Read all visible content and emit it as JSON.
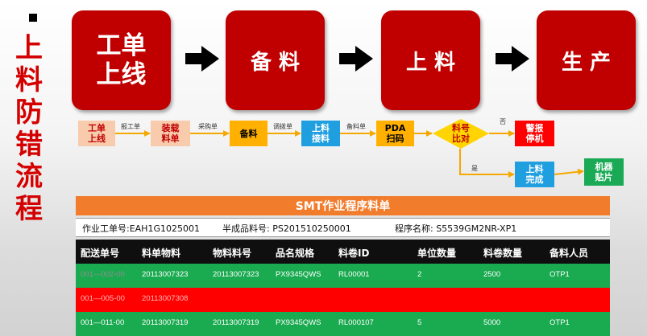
{
  "side_title": [
    "上",
    "料",
    "防",
    "错",
    "流",
    "程"
  ],
  "stages": [
    "工单\n上线",
    "备 料",
    "上 料",
    "生 产"
  ],
  "flow": {
    "nodes": {
      "n1": "工单\n上线",
      "n2": "装载\n料单",
      "n3": "备料",
      "n4": "上料\n接料",
      "n5": "PDA\n扫码",
      "n6": "料号\n比对",
      "n7": "警报\n停机",
      "n8": "上料\n完成",
      "n9": "机器\n贴片"
    },
    "labels": {
      "l1": "报工单",
      "l2": "采购单",
      "l3": "调拨单",
      "l4": "备料单",
      "no": "否",
      "yes": "是"
    }
  },
  "panel": {
    "title": "SMT作业程序料单",
    "info": {
      "work_order": "作业工单号:EAH1G1025001",
      "semi_part": "半成品料号:  PS201510250001",
      "program": "程序名称:  S5539GM2NR-XP1"
    },
    "columns": [
      "配送单号",
      "料单物料",
      "物料料号",
      "品名规格",
      "料卷ID",
      "单位数量",
      "料卷数量",
      "备料人员"
    ],
    "rows": [
      [
        "001—002-00",
        "20113007323",
        "20113007323",
        "PX9345QWS",
        "RL00001",
        "2",
        "2500",
        "OTP1"
      ],
      [
        "001—005-00",
        "20113007308",
        "",
        "",
        "",
        "",
        "",
        ""
      ],
      [
        "001—011-00",
        "20113007319",
        "20113007319",
        "PX9345QWS",
        "RL000107",
        "5",
        "5000",
        "OTP1"
      ]
    ]
  },
  "colors": {
    "stage_red": "#c00000",
    "side_title": "#d40000",
    "peach": "#f8cbad",
    "orange": "#ffb000",
    "blue": "#1f9fe0",
    "alarm_red": "#ff0000",
    "green": "#1aaa55",
    "panel_title": "#f07c2c"
  }
}
